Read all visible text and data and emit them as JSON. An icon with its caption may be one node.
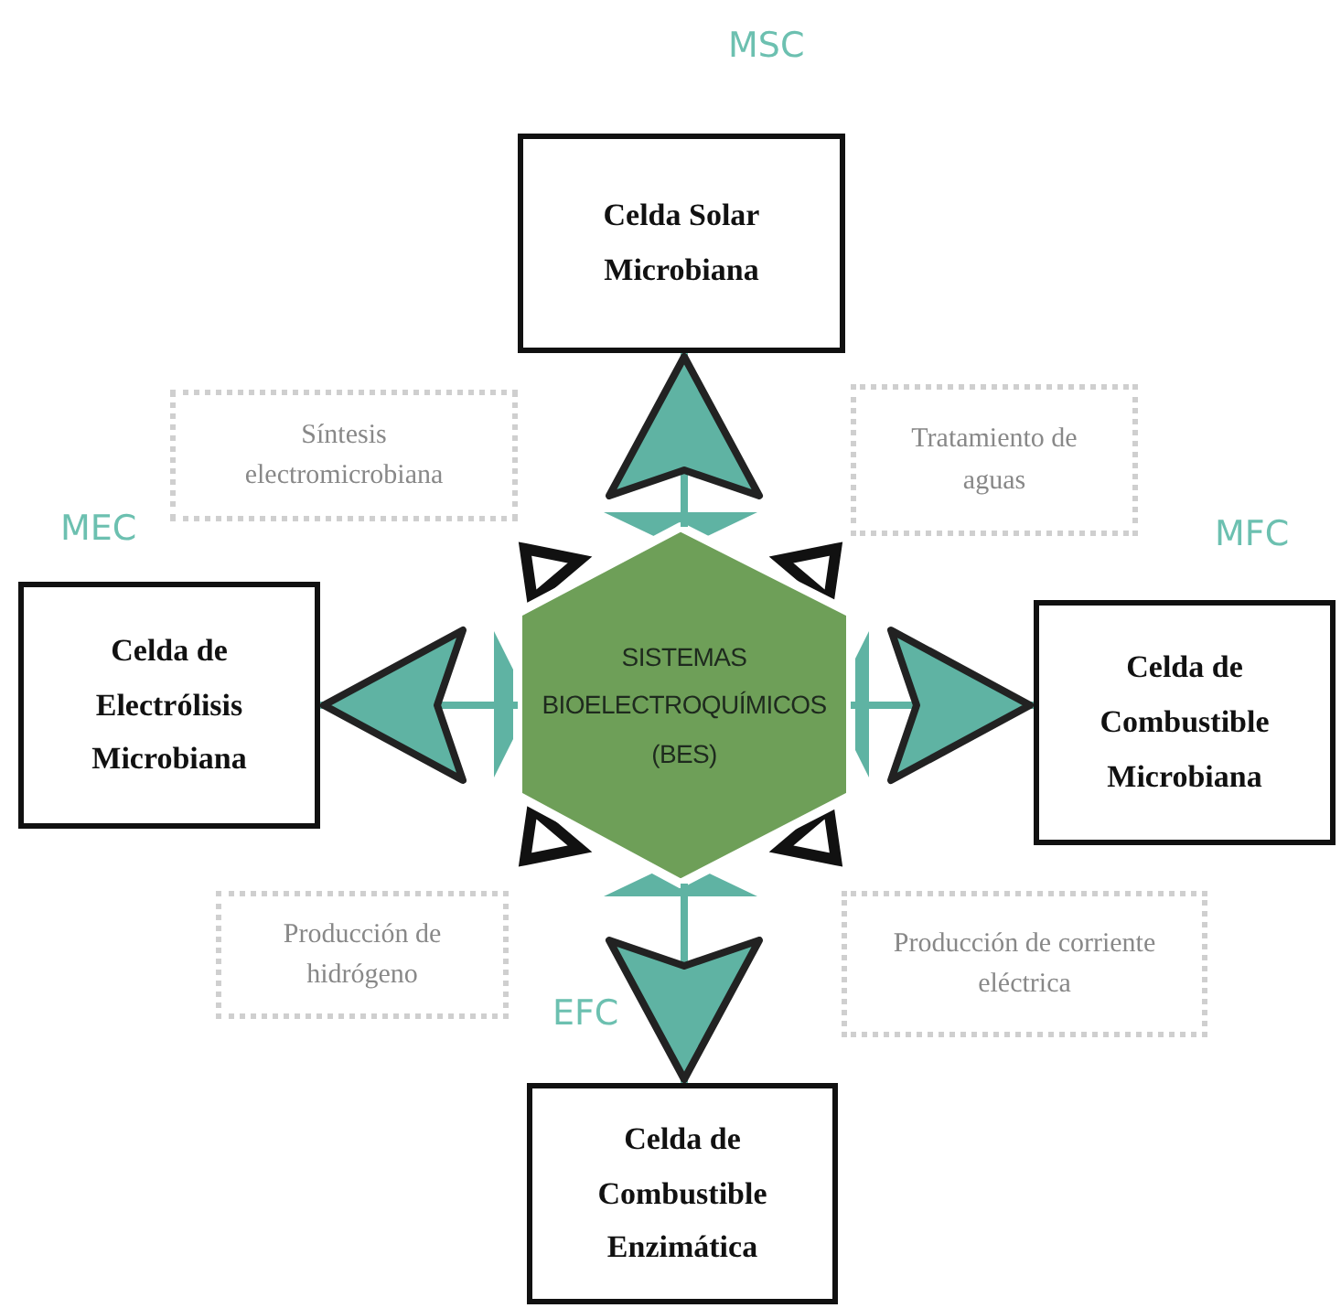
{
  "diagram": {
    "nodes": [
      {
        "text": [
          "SISTEMAS BIOELECTROQUÍMICOS (BES)"
        ]
      },
      {
        "text": [
          "Celda Solar Microbiana"
        ],
        "beside": [
          "MSC"
        ]
      },
      {
        "text": [
          "Síntesis electromicrobiana"
        ]
      },
      {
        "text": [
          "Tratamiento de aguas"
        ]
      },
      {
        "text": [
          "Celda de Electrólisis Microbiana"
        ],
        "beside": [
          "MEC"
        ]
      },
      {
        "text": [
          "Celda de Combustible Microbiana"
        ],
        "beside": [
          "MFC"
        ]
      },
      {
        "text": [
          "Producción de hidrógeno"
        ]
      },
      {
        "text": [
          "Producción de corriente eléctrica"
        ]
      },
      {
        "text": [
          "Celda de Combustible Enzimática"
        ],
        "beside": [
          "EFC"
        ]
      }
    ],
    "edges": [
      {
        "from": 0,
        "to": 1,
        "arrow": "to"
      },
      {
        "from": 0,
        "to": 4,
        "arrow": "to"
      },
      {
        "from": 0,
        "to": 5,
        "arrow": "to"
      },
      {
        "from": 0,
        "to": 8,
        "arrow": "to"
      }
    ]
  }
}
